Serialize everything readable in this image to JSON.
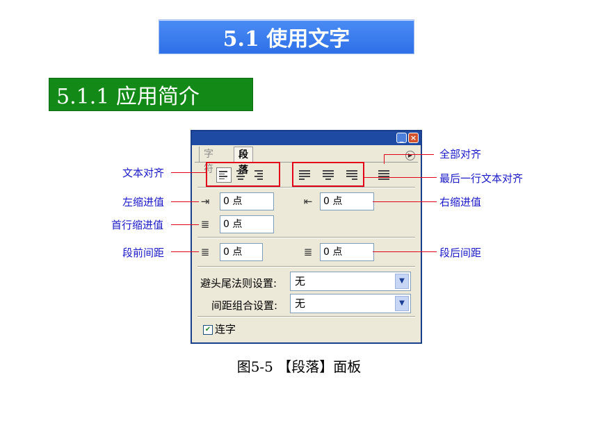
{
  "header": {
    "title": "5.1 使用文字",
    "subtitle": "5.1.1 应用简介"
  },
  "panel": {
    "tabs": [
      "字符",
      "段落"
    ],
    "window_buttons": {
      "min": "_",
      "close": "×"
    },
    "menu_glyph": "▶",
    "indent_left_value": "0 点",
    "indent_right_value": "0 点",
    "first_line_value": "0 点",
    "space_before_value": "0 点",
    "space_after_value": "0 点",
    "kinsoku_label": "避头尾法则设置:",
    "kinsoku_value": "无",
    "mojikumi_label": "间距组合设置:",
    "mojikumi_value": "无",
    "hyphenate_label": "连字",
    "hyphenate_checked": true
  },
  "annotations": {
    "text_align": "文本对齐",
    "justify_all": "全部对齐",
    "last_line_align": "最后一行文本对齐",
    "left_indent": "左缩进值",
    "right_indent": "右缩进值",
    "first_line_indent": "首行缩进值",
    "space_before": "段前间距",
    "space_after": "段后间距"
  },
  "caption": "图5-5 【段落】面板",
  "colors": {
    "title_banner": "#2f6fe8",
    "subtitle_banner": "#138a17",
    "callout_text": "#1a1ac8",
    "callout_line": "#e0001a"
  }
}
